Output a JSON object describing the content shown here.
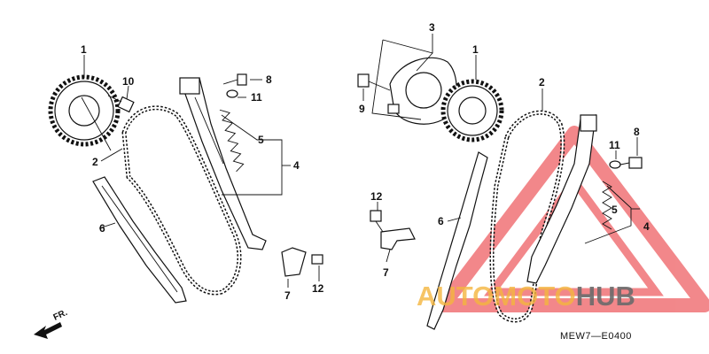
{
  "callouts": {
    "l_1": "1",
    "l_10": "10",
    "l_2": "2",
    "l_6": "6",
    "l_8": "8",
    "l_11": "11",
    "l_5": "5",
    "l_4": "4",
    "l_7": "7",
    "l_12": "12",
    "r_3": "3",
    "r_1": "1",
    "r_9": "9",
    "r_2": "2",
    "r_12": "12",
    "r_6": "6",
    "r_7": "7",
    "r_11": "11",
    "r_8": "8",
    "r_5": "5",
    "r_4": "4"
  },
  "direction_label": "FR.",
  "diagram_code": "MEW7—E0400",
  "watermark": {
    "part1": "AUTOMOTO",
    "part2": "HUB"
  },
  "colors": {
    "watermark_triangle": "#e8262b",
    "watermark_orange": "#f4b63f",
    "watermark_gray": "#6b6b6b"
  }
}
